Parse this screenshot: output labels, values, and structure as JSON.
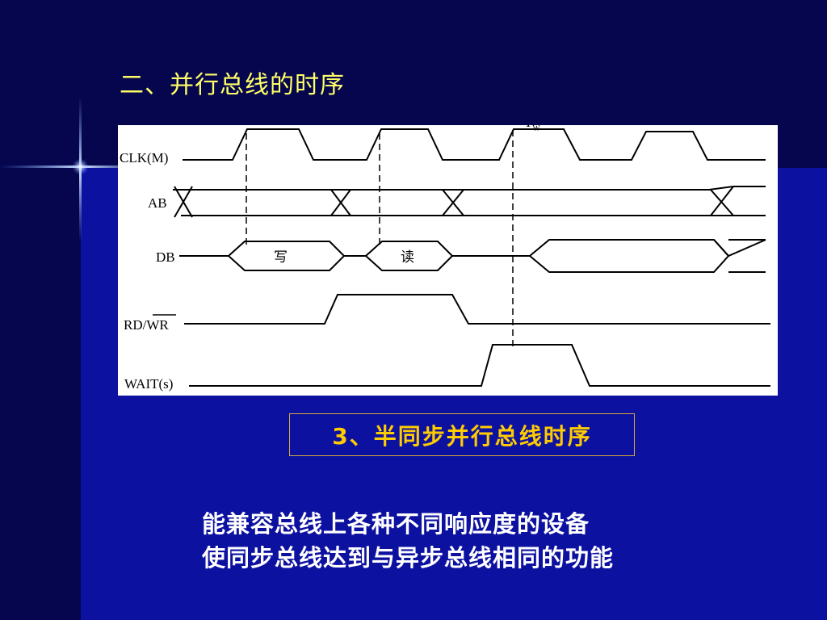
{
  "slide": {
    "title": "二、并行总线的时序",
    "section_heading": "3、半同步并行总线时序",
    "description_lines": [
      "能兼容总线上各种不同响应度的设备",
      "使同步总线达到与异步总线相同的功能"
    ]
  },
  "diagram": {
    "marker": "T",
    "marker_sub": "W",
    "signals": [
      {
        "label": "CLK(M)"
      },
      {
        "label": "AB"
      },
      {
        "label": "DB"
      },
      {
        "label": "RD/WR"
      },
      {
        "label": "WAIT(s)"
      }
    ],
    "db_segments": [
      "写",
      "读"
    ]
  },
  "colors": {
    "title": "#ffff66",
    "heading": "#ffcc00",
    "heading_border": "#d4a93a",
    "background": "#0a0a6e",
    "panel": "#ffffff"
  }
}
